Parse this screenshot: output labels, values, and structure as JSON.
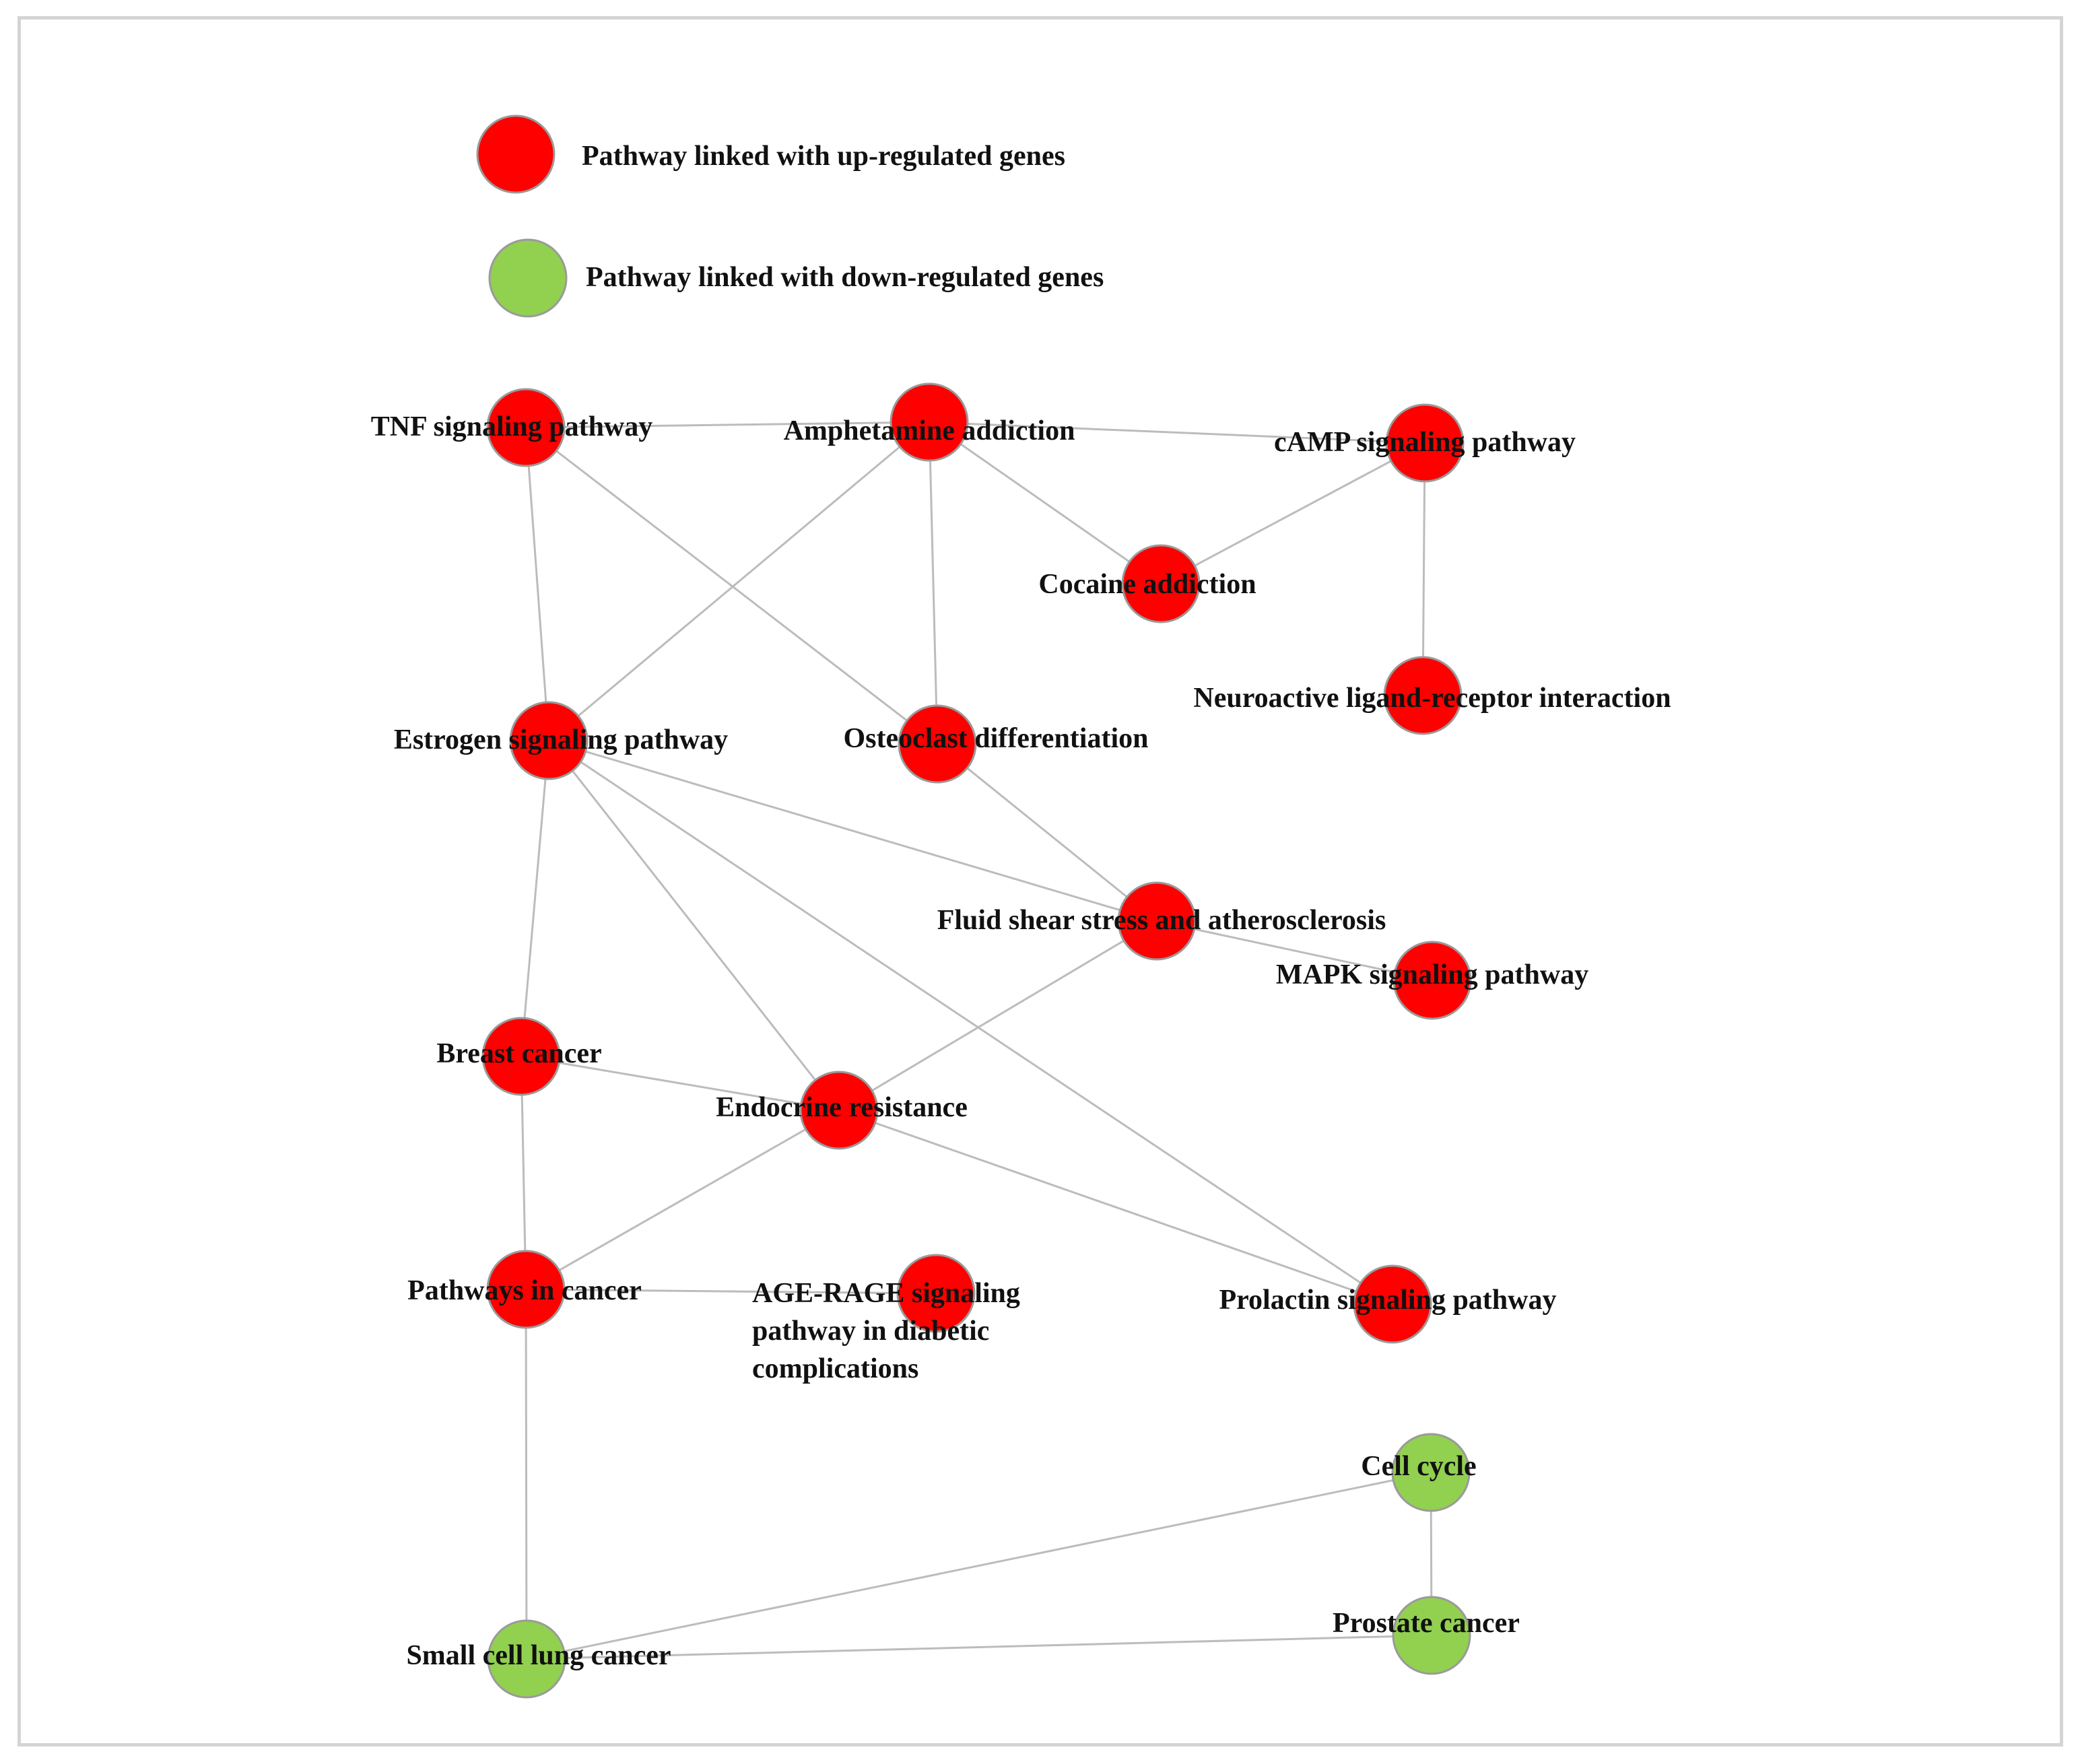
{
  "colors": {
    "up_regulated": "#ff0000",
    "down_regulated": "#92d050",
    "edge": "#bcbcbc",
    "node_border": "#9a9a9a",
    "label": "#111111"
  },
  "legend": [
    {
      "key": "up",
      "label": "Pathway linked with up-regulated genes",
      "color_ref": "up_regulated"
    },
    {
      "key": "down",
      "label": "Pathway linked with down-regulated genes",
      "color_ref": "down_regulated"
    }
  ],
  "nodes": [
    {
      "id": "tnf",
      "label": [
        "TNF signaling pathway"
      ],
      "regulation": "up"
    },
    {
      "id": "amph",
      "label": [
        "Amphetamine addiction"
      ],
      "regulation": "up"
    },
    {
      "id": "camp",
      "label": [
        "cAMP signaling pathway"
      ],
      "regulation": "up"
    },
    {
      "id": "cocaine",
      "label": [
        "Cocaine addiction"
      ],
      "regulation": "up"
    },
    {
      "id": "neuro",
      "label": [
        "Neuroactive ligand-receptor interaction"
      ],
      "regulation": "up"
    },
    {
      "id": "estrogen",
      "label": [
        "Estrogen signaling pathway"
      ],
      "regulation": "up"
    },
    {
      "id": "osteo",
      "label": [
        "Osteoclast differentiation"
      ],
      "regulation": "up"
    },
    {
      "id": "fluid",
      "label": [
        "Fluid shear stress and atherosclerosis"
      ],
      "regulation": "up"
    },
    {
      "id": "mapk",
      "label": [
        "MAPK signaling pathway"
      ],
      "regulation": "up"
    },
    {
      "id": "breast",
      "label": [
        "Breast cancer"
      ],
      "regulation": "up"
    },
    {
      "id": "endo",
      "label": [
        "Endocrine resistance"
      ],
      "regulation": "up"
    },
    {
      "id": "pathways",
      "label": [
        "Pathways in cancer"
      ],
      "regulation": "up"
    },
    {
      "id": "agerage",
      "label": [
        "AGE-RAGE signaling",
        "pathway in diabetic",
        "complications"
      ],
      "regulation": "up"
    },
    {
      "id": "prolactin",
      "label": [
        "Prolactin signaling pathway"
      ],
      "regulation": "up"
    },
    {
      "id": "cellcycle",
      "label": [
        "Cell cycle"
      ],
      "regulation": "down"
    },
    {
      "id": "prostate",
      "label": [
        "Prostate cancer"
      ],
      "regulation": "down"
    },
    {
      "id": "sclc",
      "label": [
        "Small cell lung cancer"
      ],
      "regulation": "down"
    }
  ],
  "edges": [
    [
      "tnf",
      "amph"
    ],
    [
      "amph",
      "camp"
    ],
    [
      "tnf",
      "estrogen"
    ],
    [
      "tnf",
      "osteo"
    ],
    [
      "amph",
      "estrogen"
    ],
    [
      "amph",
      "osteo"
    ],
    [
      "amph",
      "cocaine"
    ],
    [
      "cocaine",
      "camp"
    ],
    [
      "camp",
      "neuro"
    ],
    [
      "estrogen",
      "fluid"
    ],
    [
      "estrogen",
      "endo"
    ],
    [
      "estrogen",
      "prolactin"
    ],
    [
      "estrogen",
      "breast"
    ],
    [
      "osteo",
      "fluid"
    ],
    [
      "fluid",
      "mapk"
    ],
    [
      "fluid",
      "endo"
    ],
    [
      "breast",
      "endo"
    ],
    [
      "breast",
      "pathways"
    ],
    [
      "endo",
      "pathways"
    ],
    [
      "endo",
      "prolactin"
    ],
    [
      "pathways",
      "agerage"
    ],
    [
      "pathways",
      "sclc"
    ],
    [
      "sclc",
      "cellcycle"
    ],
    [
      "sclc",
      "prostate"
    ],
    [
      "cellcycle",
      "prostate"
    ]
  ]
}
